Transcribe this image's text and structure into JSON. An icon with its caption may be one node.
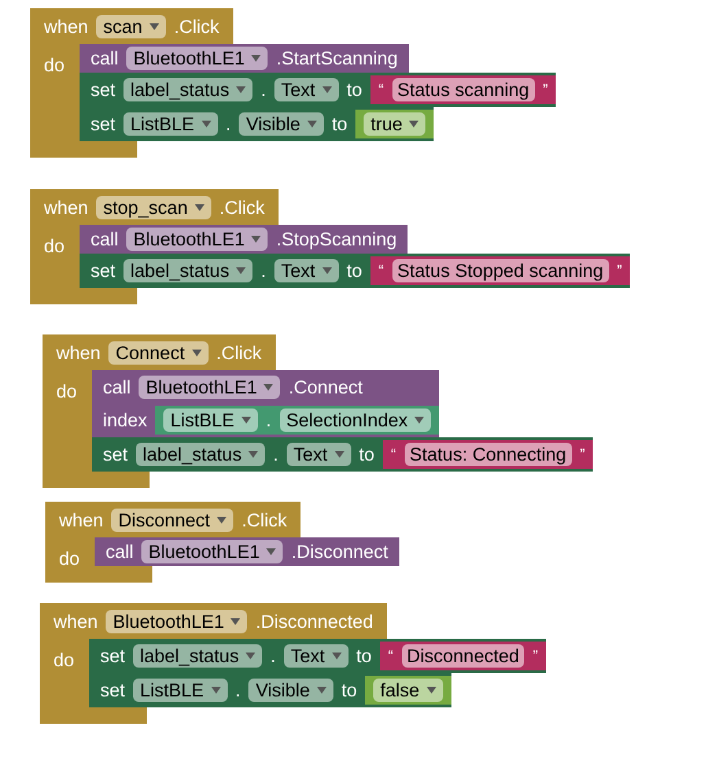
{
  "diagram": {
    "nodes": [
      {
        "text": [
          "when",
          "scan",
          ".Click",
          "do"
        ]
      },
      {
        "text": [
          "call",
          "BluetoothLE1",
          ".StartScanning"
        ]
      },
      {
        "text": [
          "set",
          "label_status",
          ".",
          "Text",
          "to"
        ]
      },
      {
        "text": [
          "“",
          "Status scanning",
          "”"
        ],
        "in": 2
      },
      {
        "text": [
          "set",
          "ListBLE",
          ".",
          "Visible",
          "to"
        ]
      },
      {
        "text": [
          "true"
        ],
        "in": 4
      },
      {
        "text": [
          "when",
          "stop_scan",
          ".Click",
          "do"
        ]
      },
      {
        "text": [
          "call",
          "BluetoothLE1",
          ".StopScanning"
        ]
      },
      {
        "text": [
          "set",
          "label_status",
          ".",
          "Text",
          "to"
        ]
      },
      {
        "text": [
          "“",
          "Status Stopped scanning",
          "”"
        ],
        "in": 8
      },
      {
        "text": [
          "when",
          "Connect",
          ".Click",
          "do"
        ]
      },
      {
        "text": [
          "call",
          "BluetoothLE1",
          ".Connect",
          "index"
        ]
      },
      {
        "text": [
          "ListBLE",
          ".",
          "SelectionIndex"
        ],
        "in": 11
      },
      {
        "text": [
          "set",
          "label_status",
          ".",
          "Text",
          "to"
        ]
      },
      {
        "text": [
          "“",
          "Status: Connecting",
          "”"
        ],
        "in": 13
      },
      {
        "text": [
          "when",
          "Disconnect",
          ".Click",
          "do"
        ]
      },
      {
        "text": [
          "call",
          "BluetoothLE1",
          ".Disconnect"
        ]
      },
      {
        "text": [
          "when",
          "BluetoothLE1",
          ".Disconnected",
          "do"
        ]
      },
      {
        "text": [
          "set",
          "label_status",
          ".",
          "Text",
          "to"
        ]
      },
      {
        "text": [
          "“",
          "Disconnected",
          "”"
        ],
        "in": 18
      },
      {
        "text": [
          "set",
          "ListBLE",
          ".",
          "Visible",
          "to"
        ]
      },
      {
        "text": [
          "false"
        ],
        "in": 20
      }
    ]
  }
}
